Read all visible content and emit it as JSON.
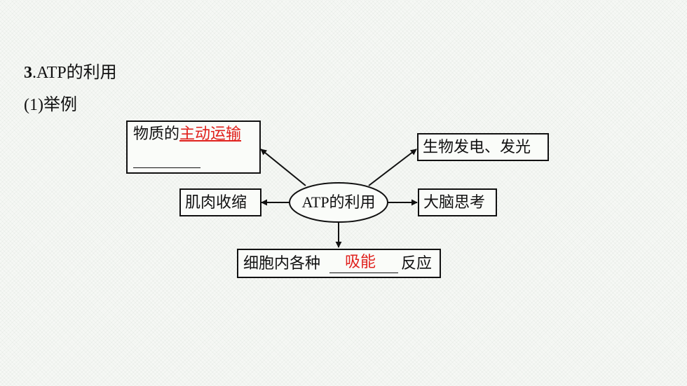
{
  "section": {
    "number": "3",
    "title": ".ATP的利用",
    "subtitle": "(1)举例"
  },
  "diagram": {
    "center": "ATP的利用",
    "top_left": {
      "prefix": "物质的",
      "answer": "主动运输"
    },
    "top_right": "生物发电、发光",
    "left": "肌肉收缩",
    "right": "大脑思考",
    "bottom": {
      "prefix": "细胞内各种",
      "answer": "吸能",
      "suffix": "反应"
    }
  },
  "colors": {
    "answer": "#e0201c",
    "ink": "#111111"
  }
}
